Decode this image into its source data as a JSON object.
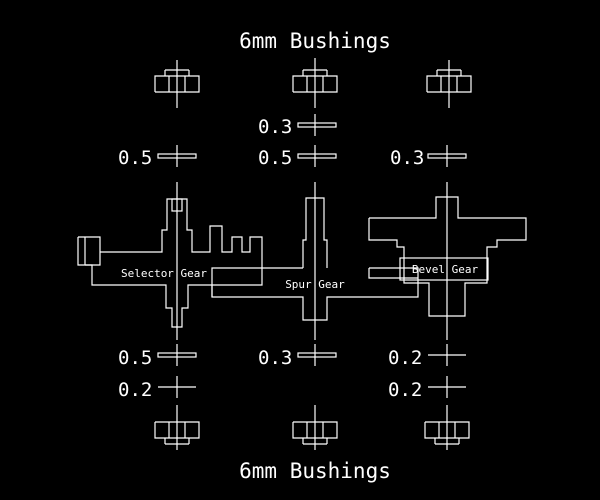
{
  "title_top": "6mm Bushings",
  "title_bottom": "6mm Bushings",
  "gears": {
    "selector": "Selector Gear",
    "spur": "Spur Gear",
    "bevel": "Bevel Gear"
  },
  "spacers": {
    "center_top": "0.3",
    "left_upper": "0.5",
    "center_upper": "0.5",
    "right_upper": "0.3",
    "left_lower_a": "0.5",
    "center_lower": "0.3",
    "right_lower_a": "0.2",
    "left_lower_b": "0.2",
    "right_lower_b": "0.2"
  }
}
